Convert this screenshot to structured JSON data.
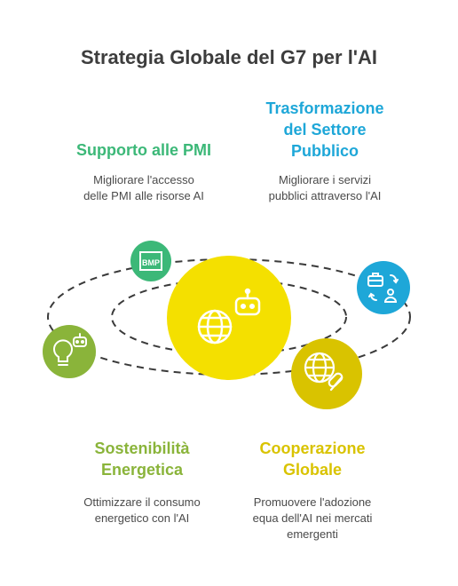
{
  "title": "Strategia Globale del G7 per l'AI",
  "colors": {
    "green": "#3cb878",
    "blue": "#1ea7d8",
    "olive": "#8ab43a",
    "yellow": "#f4e000",
    "mustard": "#d9c300",
    "title_text": "#3d3d3d",
    "body_text": "#4a4a4a"
  },
  "sections": {
    "sme": {
      "heading_lines": [
        "Supporto alle PMI"
      ],
      "desc_lines": [
        "Migliorare l'accesso",
        "delle PMI alle risorse AI"
      ],
      "icon": "bmp-icon",
      "icon_label": "BMP"
    },
    "public": {
      "heading_lines": [
        "Trasformazione",
        "del Settore",
        "Pubblico"
      ],
      "desc_lines": [
        "Migliorare i servizi",
        "pubblici attraverso l'AI"
      ],
      "icon": "briefcase-person-exchange-icon"
    },
    "energy": {
      "heading_lines": [
        "Sostenibilità",
        "Energetica"
      ],
      "desc_lines": [
        "Ottimizzare il consumo",
        "energetico con l'AI"
      ],
      "icon": "lightbulb-robot-icon"
    },
    "cooperation": {
      "heading_lines": [
        "Cooperazione",
        "Globale"
      ],
      "desc_lines": [
        "Promuovere l'adozione",
        "equa dell'AI nei mercati",
        "emergenti"
      ],
      "icon": "globe-broken-link-icon"
    },
    "center": {
      "icon": "globe-robot-icon"
    }
  }
}
